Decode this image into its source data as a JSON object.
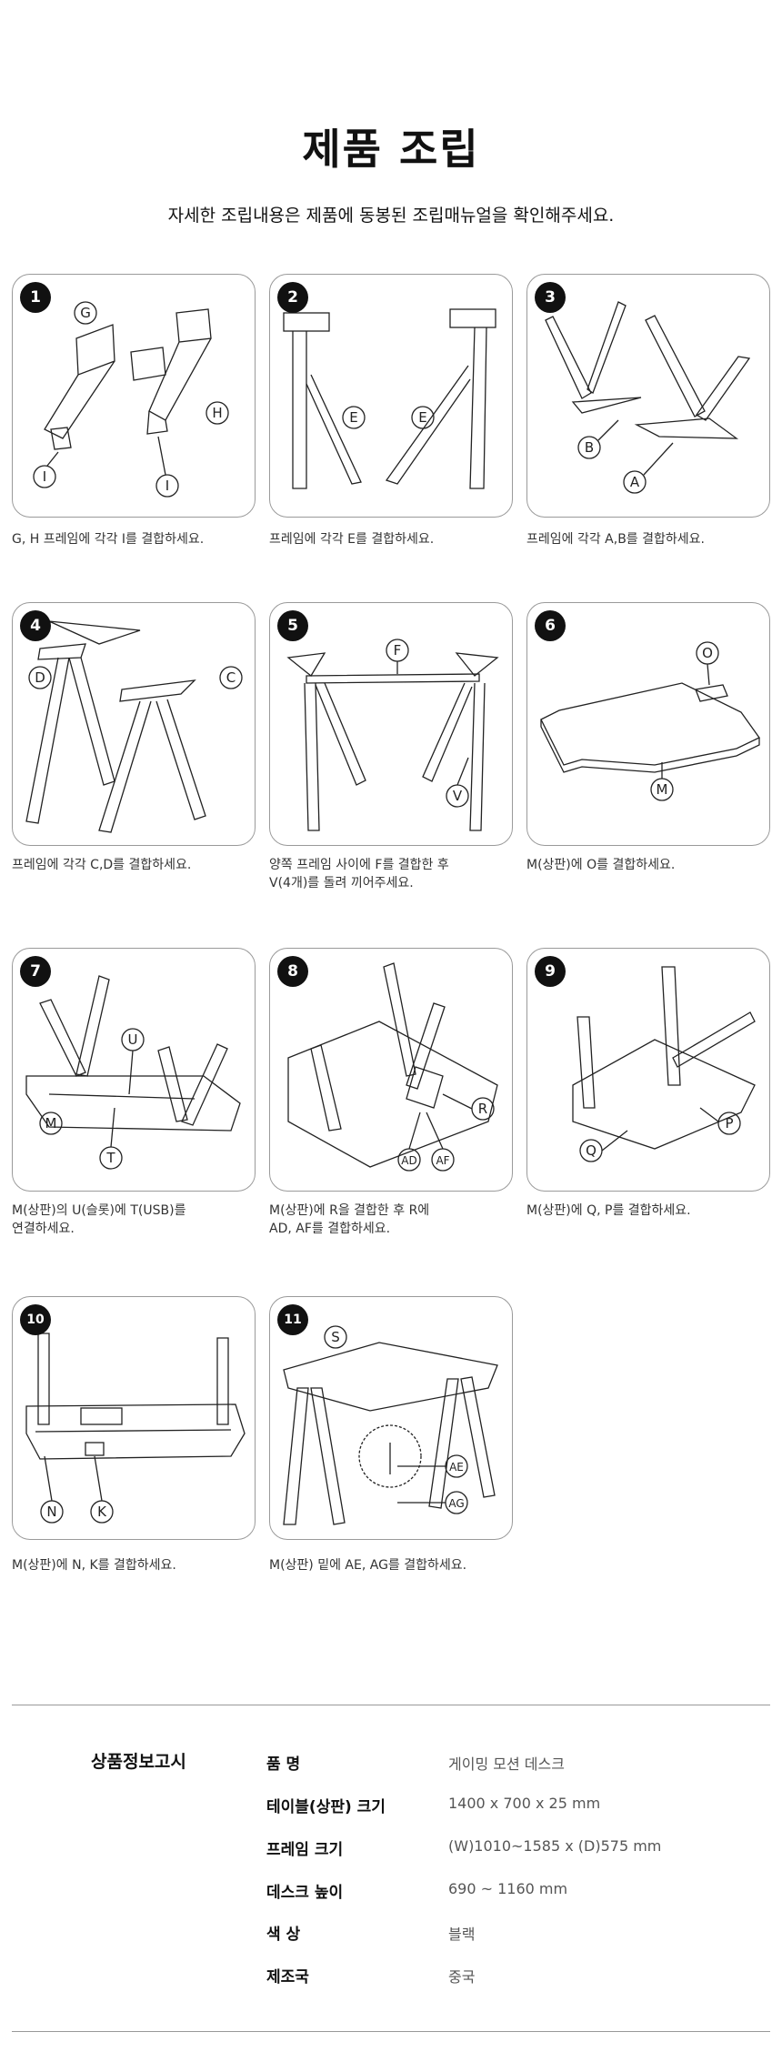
{
  "header": {
    "title": "제품 조립",
    "subtitle": "자세한 조립내용은 제품에 동봉된 조립매뉴얼을 확인해주세요."
  },
  "steps": [
    {
      "number": "1",
      "caption": "G, H 프레임에 각각 I를 결합하세요.",
      "parts": [
        "G",
        "H",
        "I",
        "I"
      ]
    },
    {
      "number": "2",
      "caption": "프레임에 각각 E를 결합하세요.",
      "parts": [
        "E",
        "E"
      ]
    },
    {
      "number": "3",
      "caption": "프레임에 각각 A,B를 결합하세요.",
      "parts": [
        "B",
        "A"
      ]
    },
    {
      "number": "4",
      "caption": "프레임에 각각 C,D를 결합하세요.",
      "parts": [
        "D",
        "C"
      ]
    },
    {
      "number": "5",
      "caption": "양쪽 프레임 사이에 F를 결합한 후\nV(4개)를 돌려 끼어주세요.",
      "parts": [
        "F",
        "V"
      ]
    },
    {
      "number": "6",
      "caption": "M(상판)에 O를 결합하세요.",
      "parts": [
        "O",
        "M"
      ]
    },
    {
      "number": "7",
      "caption": "M(상판)의 U(슬롯)에 T(USB)를\n연결하세요.",
      "parts": [
        "U",
        "M",
        "T"
      ]
    },
    {
      "number": "8",
      "caption": "M(상판)에 R을 결합한 후 R에\nAD, AF를 결합하세요.",
      "parts": [
        "R",
        "AD",
        "AF"
      ]
    },
    {
      "number": "9",
      "caption": "M(상판)에 Q, P를 결합하세요.",
      "parts": [
        "P",
        "Q"
      ]
    },
    {
      "number": "10",
      "caption": "M(상판)에 N, K를 결합하세요.",
      "parts": [
        "N",
        "K"
      ]
    },
    {
      "number": "11",
      "caption": "M(상판) 밑에 AE, AG를 결합하세요.",
      "parts": [
        "S",
        "AE",
        "AG"
      ]
    }
  ],
  "spec": {
    "heading": "상품정보고시",
    "rows": [
      {
        "label": "품 명",
        "value": "게이밍 모션 데스크"
      },
      {
        "label": "테이블(상판) 크기",
        "value": "1400 x 700 x 25 mm"
      },
      {
        "label": "프레임 크기",
        "value": "(W)1010~1585 x (D)575 mm"
      },
      {
        "label": "데스크 높이",
        "value": "690 ~ 1160 mm"
      },
      {
        "label": "색 상",
        "value": "블랙"
      },
      {
        "label": "제조국",
        "value": "중국"
      }
    ]
  },
  "colors": {
    "line": "#222222",
    "card_border": "#9a9a9a",
    "divider": "#999999",
    "spec_value": "#555555"
  }
}
